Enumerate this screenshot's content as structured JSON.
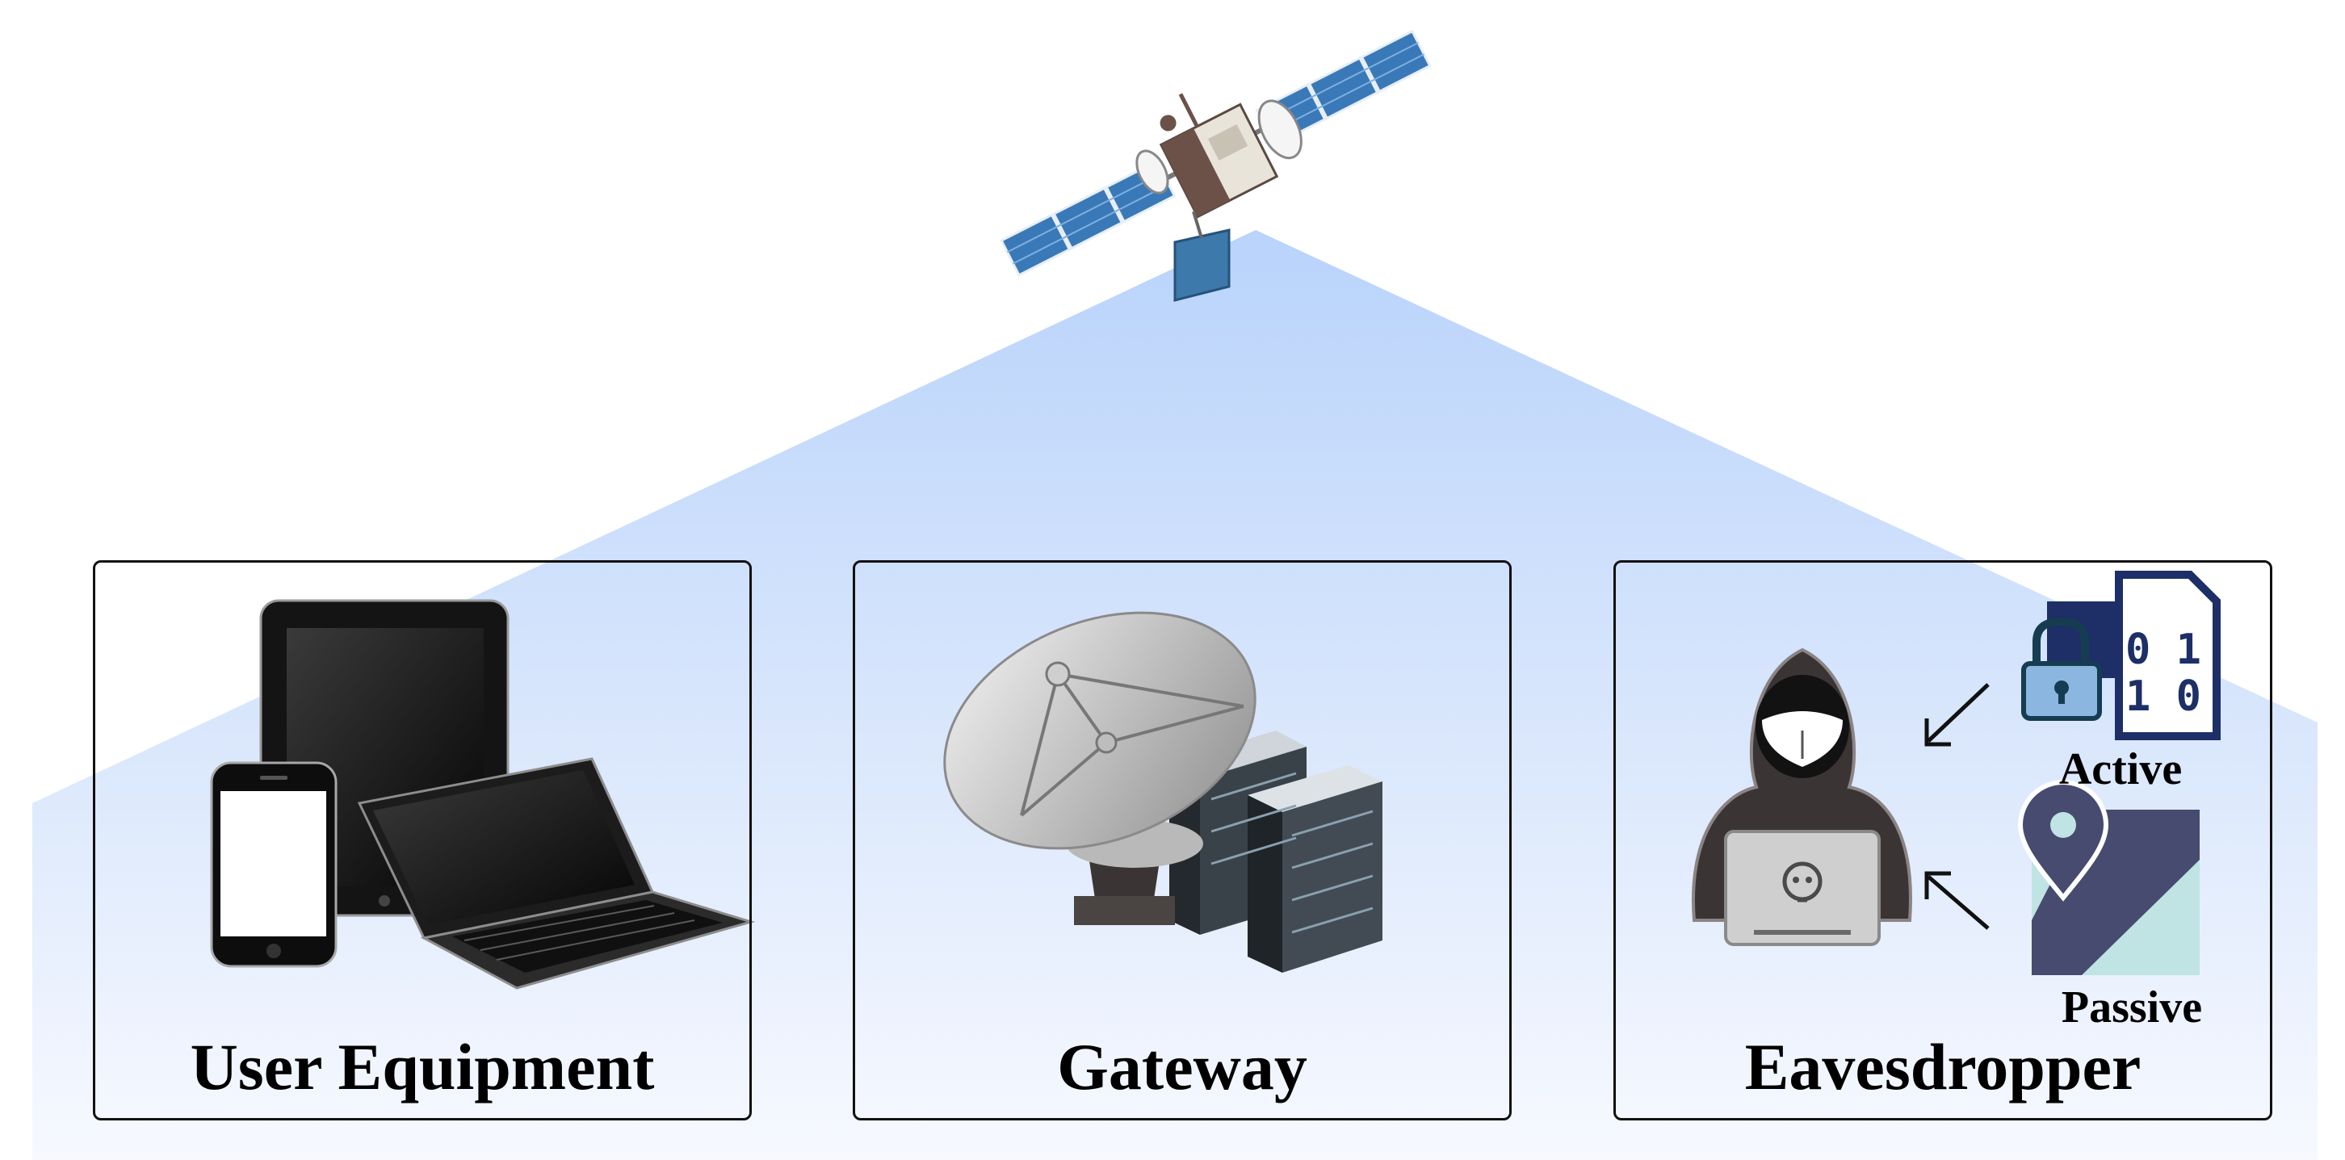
{
  "diagram": {
    "nodes": {
      "satellite": {
        "icon": "satellite-icon"
      },
      "user_equipment": {
        "label": "User Equipment",
        "icon": "devices-icon"
      },
      "gateway": {
        "label": "Gateway",
        "icon": "dish-server-icon"
      },
      "eavesdropper": {
        "label": "Eavesdropper",
        "icon": "hacker-icon"
      }
    },
    "attacks": {
      "active": {
        "label": "Active",
        "icon": "locked-data-icon"
      },
      "passive": {
        "label": "Passive",
        "icon": "map-pin-icon"
      }
    },
    "data_glyphs": {
      "row1": "0 1",
      "row2": "1 0"
    }
  }
}
